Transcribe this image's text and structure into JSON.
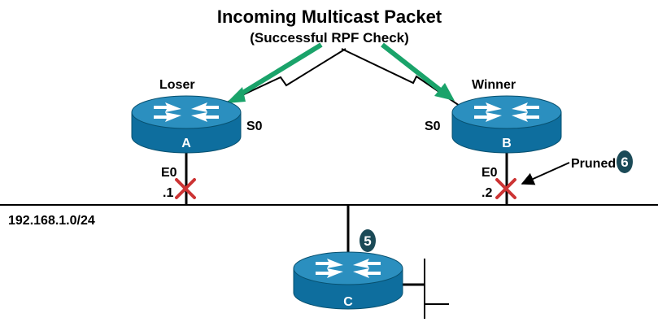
{
  "title": "Incoming Multicast Packet",
  "subtitle": "(Successful RPF Check)",
  "routers": {
    "a": {
      "letter": "A",
      "role": "Loser",
      "serial": "S0",
      "ethernet": "E0",
      "address": ".1"
    },
    "b": {
      "letter": "B",
      "role": "Winner",
      "serial": "S0",
      "ethernet": "E0",
      "address": ".2"
    },
    "c": {
      "letter": "C"
    }
  },
  "network": "192.168.1.0/24",
  "pruned_label": "Pruned",
  "badges": {
    "step_pruned": "6",
    "step_c": "5"
  },
  "colors": {
    "router_top": "#2b8fbf",
    "router_body": "#0e6e9e",
    "arrow_green": "#1aa36a",
    "prune_x": "#cc3333",
    "badge": "#1b4a57"
  }
}
